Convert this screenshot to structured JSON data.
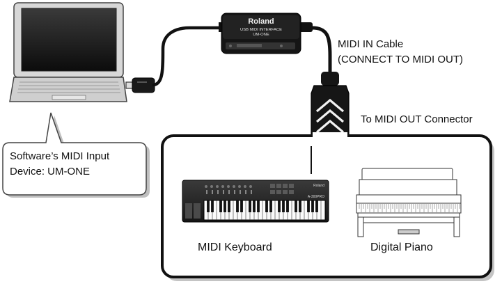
{
  "interface": {
    "brand": "Roland",
    "line1": "USB MIDI INTERFACE",
    "line2": "UM-ONE"
  },
  "labels": {
    "cable": [
      "MIDI IN Cable",
      "(CONNECT TO MIDI OUT)"
    ],
    "connector": "To MIDI OUT Connector",
    "bubble": [
      "Software’s MIDI Input",
      "Device: UM-ONE"
    ],
    "keyboard": "MIDI Keyboard",
    "piano": "Digital Piano"
  },
  "devices": {
    "keyboard_brand": "Roland",
    "keyboard_model": "A-300PRO"
  },
  "colors": {
    "outline": "#111111",
    "shadow": "#bdbdbd",
    "device_body": "#1a1a1a"
  }
}
